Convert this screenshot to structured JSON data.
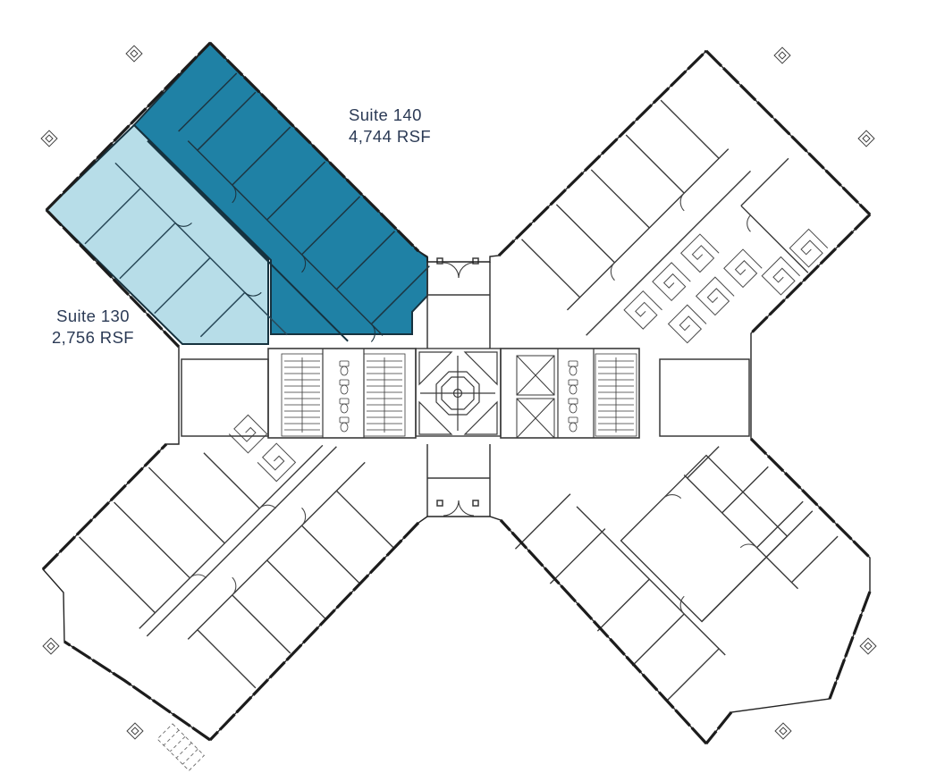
{
  "page": {
    "background_color": "#FFFFFF"
  },
  "floorplan": {
    "type": "office-floor-plan",
    "shape": "x-shaped-building-four-wings",
    "suites": [
      {
        "name": "Suite 140",
        "area": "4,744 RSF",
        "color": "#1F81A5",
        "location": "upper-left-wing-inner"
      },
      {
        "name": "Suite 130",
        "area": "2,756 RSF",
        "color": "#B7DDE8",
        "location": "upper-left-wing-outer-band"
      }
    ],
    "colors": {
      "suite_140_fill": "#1F81A5",
      "suite_130_fill": "#B7DDE8",
      "wall_line": "#1F1F1F",
      "label_text": "#2B3A55"
    }
  }
}
